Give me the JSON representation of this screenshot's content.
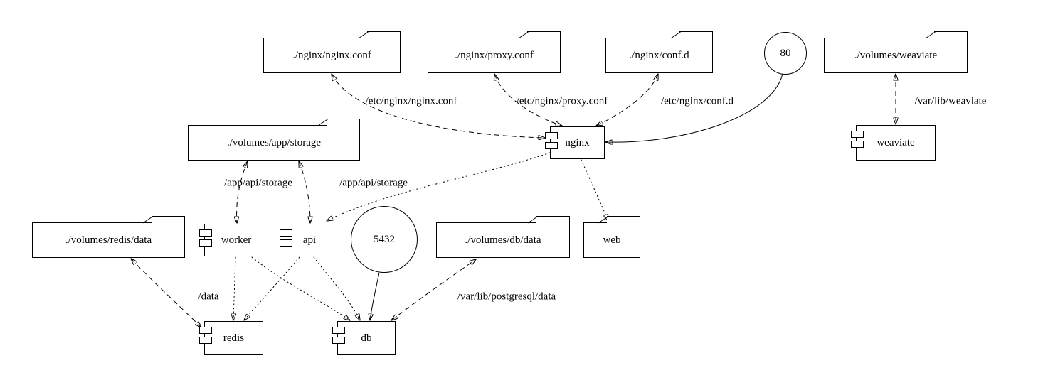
{
  "colors": {
    "background": "#ffffff",
    "stroke": "#000000"
  },
  "nodes": {
    "nginx_conf_vol": {
      "label": "./nginx/nginx.conf",
      "shape": "folder"
    },
    "proxy_conf_vol": {
      "label": "./nginx/proxy.conf",
      "shape": "folder"
    },
    "confd_vol": {
      "label": "./nginx/conf.d",
      "shape": "folder"
    },
    "port_80": {
      "label": "80",
      "shape": "circle"
    },
    "weaviate_vol": {
      "label": "./volumes/weaviate",
      "shape": "folder"
    },
    "app_storage_vol": {
      "label": "./volumes/app/storage",
      "shape": "folder"
    },
    "nginx": {
      "label": "nginx",
      "shape": "component"
    },
    "weaviate": {
      "label": "weaviate",
      "shape": "component"
    },
    "redis_data_vol": {
      "label": "./volumes/redis/data",
      "shape": "folder"
    },
    "worker": {
      "label": "worker",
      "shape": "component"
    },
    "api": {
      "label": "api",
      "shape": "component"
    },
    "port_5432": {
      "label": "5432",
      "shape": "circle"
    },
    "db_data_vol": {
      "label": "./volumes/db/data",
      "shape": "folder"
    },
    "web": {
      "label": "web",
      "shape": "folder"
    },
    "redis": {
      "label": "redis",
      "shape": "component"
    },
    "db": {
      "label": "db",
      "shape": "component"
    }
  },
  "edges": [
    {
      "from": "./nginx/nginx.conf",
      "to": "nginx",
      "style": "dashed",
      "dir": "both",
      "label": "/etc/nginx/nginx.conf"
    },
    {
      "from": "./nginx/proxy.conf",
      "to": "nginx",
      "style": "dashed",
      "dir": "both",
      "label": "/etc/nginx/proxy.conf"
    },
    {
      "from": "./nginx/conf.d",
      "to": "nginx",
      "style": "dashed",
      "dir": "both",
      "label": "/etc/nginx/conf.d"
    },
    {
      "from": "80",
      "to": "nginx",
      "style": "solid",
      "dir": "forward",
      "label": ""
    },
    {
      "from": "./volumes/weaviate",
      "to": "weaviate",
      "style": "dashed",
      "dir": "both",
      "label": "/var/lib/weaviate"
    },
    {
      "from": "./volumes/app/storage",
      "to": "worker",
      "style": "dashed",
      "dir": "both",
      "label": "/app/api/storage"
    },
    {
      "from": "./volumes/app/storage",
      "to": "api",
      "style": "dashed",
      "dir": "both",
      "label": "/app/api/storage"
    },
    {
      "from": "nginx",
      "to": "api",
      "style": "dotted",
      "dir": "forward",
      "label": ""
    },
    {
      "from": "nginx",
      "to": "web",
      "style": "dotted",
      "dir": "forward",
      "label": ""
    },
    {
      "from": "./volumes/redis/data",
      "to": "redis",
      "style": "dashed",
      "dir": "both",
      "label": "/data"
    },
    {
      "from": "worker",
      "to": "redis",
      "style": "dotted",
      "dir": "forward",
      "label": ""
    },
    {
      "from": "worker",
      "to": "db",
      "style": "dotted",
      "dir": "forward",
      "label": ""
    },
    {
      "from": "api",
      "to": "redis",
      "style": "dotted",
      "dir": "forward",
      "label": ""
    },
    {
      "from": "api",
      "to": "db",
      "style": "dotted",
      "dir": "forward",
      "label": ""
    },
    {
      "from": "./volumes/db/data",
      "to": "db",
      "style": "dashed",
      "dir": "both",
      "label": "/var/lib/postgresql/data"
    },
    {
      "from": "5432",
      "to": "db",
      "style": "solid",
      "dir": "forward",
      "label": ""
    }
  ]
}
